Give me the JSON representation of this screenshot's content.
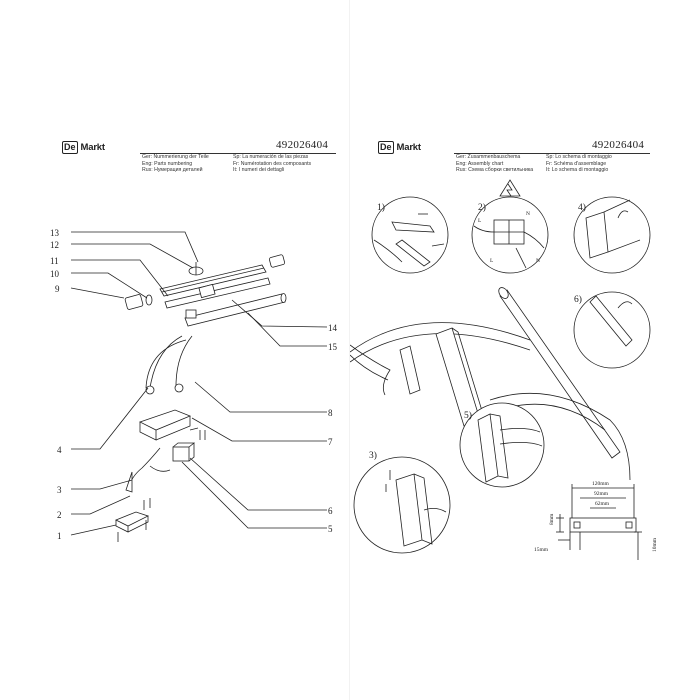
{
  "brand": {
    "logo_box": "De",
    "logo_text": "Markt"
  },
  "left": {
    "doc_number": "492026404",
    "labels_col1": [
      "Ger: Nummerierung der Teile",
      "Eng: Parts numbering",
      "Rus: Нумерация деталей"
    ],
    "labels_col2": [
      "Sp: La numeración de las piezas",
      "Fr: Numérotation des composants",
      "It: I numeri dei dettagli"
    ],
    "part_numbers": [
      "13",
      "12",
      "11",
      "10",
      "9",
      "14",
      "15",
      "8",
      "7",
      "4",
      "3",
      "2",
      "1",
      "6",
      "5"
    ]
  },
  "right": {
    "doc_number": "492026404",
    "labels_col1": [
      "Ger: Zusammenbauschema",
      "Eng: Assembly chart",
      "Rus: Схема сборки светильника"
    ],
    "labels_col2": [
      "Sp: Lo schema di montaggio",
      "Fr: Schéma d'assemblage",
      "It: Lo schema di montaggio"
    ],
    "steps": [
      "1)",
      "2)",
      "3)",
      "4)",
      "5)",
      "6)"
    ],
    "terminal_labels": [
      "L",
      "N",
      "L",
      "N"
    ],
    "dimensions": [
      "120mm",
      "92mm",
      "62mm",
      "8mm",
      "15mm",
      "10mm"
    ]
  }
}
